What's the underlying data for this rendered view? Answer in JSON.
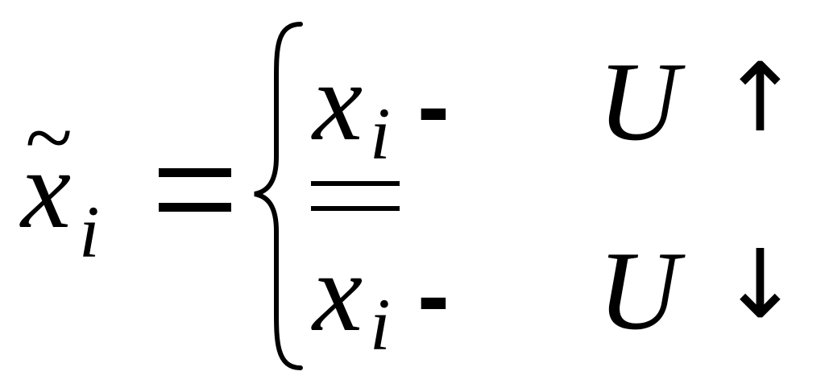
{
  "formula": {
    "lhs": {
      "var": "x",
      "tilde": "~",
      "sub": "i"
    },
    "equals": "=",
    "case_top": {
      "var": "x",
      "sub": "i",
      "minus": "-",
      "set": "U",
      "arrow": "↑"
    },
    "case_bottom": {
      "var": "x",
      "sub": "i",
      "minus": "-",
      "set": "U",
      "arrow": "↓"
    },
    "color": "#000000"
  }
}
